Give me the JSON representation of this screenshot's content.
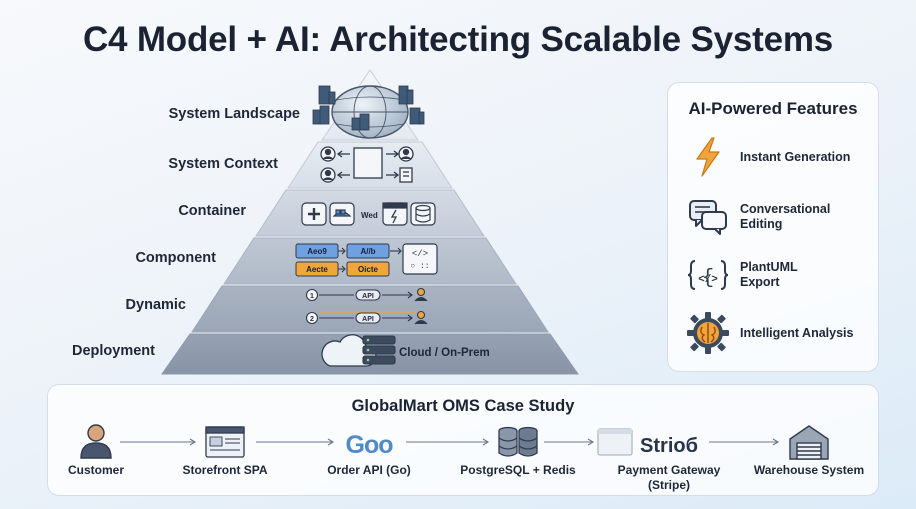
{
  "title": "C4 Model + AI: Architecting Scalable Systems",
  "pyramid": {
    "layers": [
      {
        "label": "System Landscape",
        "icon": "globe-with-buildings"
      },
      {
        "label": "System Context",
        "icon": "users-system-context"
      },
      {
        "label": "Container",
        "icon": "containers"
      },
      {
        "label": "Component",
        "icon": "component-blocks"
      },
      {
        "label": "Dynamic",
        "icon": "sequence-steps"
      },
      {
        "label": "Deployment",
        "icon": "cloud-servers"
      }
    ],
    "container_text": "Wed",
    "component_blocks": [
      "Aeo9",
      "A//b",
      "Aecte",
      "Oicte"
    ],
    "dynamic_steps": [
      "1",
      "2"
    ],
    "dynamic_api": "API",
    "deployment_text": "Cloud / On-Prem"
  },
  "features": {
    "heading": "AI-Powered Features",
    "items": [
      {
        "label": "Instant Generation",
        "icon": "lightning-icon"
      },
      {
        "label": "Conversational\nEditing",
        "icon": "chat-icon"
      },
      {
        "label": "PlantUML\nExport",
        "icon": "code-braces-icon"
      },
      {
        "label": "Intelligent Analysis",
        "icon": "brain-gear-icon"
      }
    ]
  },
  "case_study": {
    "heading": "GlobalMart OMS Case Study",
    "nodes": [
      {
        "label": "Customer",
        "icon": "person-icon"
      },
      {
        "label": "Storefront SPA",
        "icon": "browser-icon"
      },
      {
        "label": "Order API (Go)",
        "icon": "go-logo",
        "logo_text": "Goo"
      },
      {
        "label": "PostgreSQL + Redis",
        "icon": "database-icon"
      },
      {
        "label": "Payment Gateway\n(Stripe)",
        "icon": "stripe-logo",
        "logo_text": "Strioб"
      },
      {
        "label": "Warehouse System",
        "icon": "warehouse-icon"
      }
    ]
  },
  "colors": {
    "layer_fills": [
      "#f1f4f8",
      "#e5eaf1",
      "#d2dae5",
      "#bcc6d3",
      "#a6b1c0",
      "#939fb0"
    ],
    "accent_orange": "#f0a63a",
    "accent_blue": "#5d92d8",
    "icon_dark": "#2f3a4c"
  }
}
